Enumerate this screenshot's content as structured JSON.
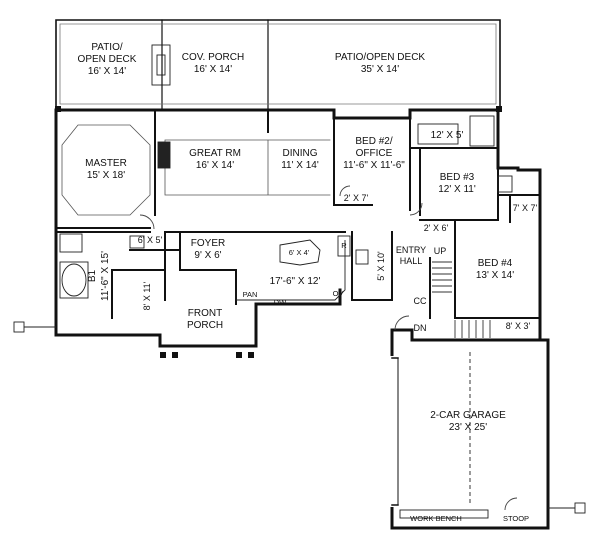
{
  "rooms": {
    "patio_left": {
      "name1": "PATIO/",
      "name2": "OPEN DECK",
      "size": "16' X 14'"
    },
    "cov_porch": {
      "name": "COV. PORCH",
      "size": "16' X 14'"
    },
    "patio_right": {
      "name": "PATIO/OPEN DECK",
      "size": "35' X 14'"
    },
    "master": {
      "name": "MASTER",
      "size": "15' X 18'"
    },
    "great_rm": {
      "name": "GREAT RM",
      "size": "16' X 14'"
    },
    "dining": {
      "name": "DINING",
      "size": "11' X 14'"
    },
    "bed2": {
      "name1": "BED #2/",
      "name2": "OFFICE",
      "size": "11'-6\" X 11'-6\""
    },
    "bath2": {
      "size": "12' X 5'"
    },
    "bed3": {
      "name": "BED #3",
      "size": "12' X 11'"
    },
    "closet_bed2": {
      "size": "2' X 7'"
    },
    "closet_bed3": {
      "size": "2' X 6'"
    },
    "closet_bed4": {
      "size": "7' X 7'"
    },
    "wic": {
      "size": "6' X 5'"
    },
    "foyer": {
      "name": "FOYER",
      "size": "9' X 6'"
    },
    "kitchen": {
      "size": "17'-6\" X 12'",
      "island": "6' X 4'",
      "r": "R",
      "pan": "PAN",
      "dw": "DW",
      "ov": "OV"
    },
    "bath1": {
      "name": "B1",
      "size": "11'-6\" X 15'"
    },
    "master_closet": {
      "size": "8' X 11'"
    },
    "front_porch": {
      "name1": "FRONT",
      "name2": "PORCH"
    },
    "laundry": {
      "size": "5' X 10'"
    },
    "entry_hall": {
      "name1": "ENTRY",
      "name2": "HALL"
    },
    "stairs": {
      "up": "UP",
      "dn": "DN",
      "cc": "CC"
    },
    "bed4": {
      "name": "BED #4",
      "size": "13' X 14'"
    },
    "closet_bed4b": {
      "size": "8' X 3'"
    },
    "garage": {
      "name": "2-CAR GARAGE",
      "size": "23' X 25'"
    },
    "work_bench": {
      "name": "WORK BENCH"
    },
    "stoop": {
      "name": "STOOP"
    }
  }
}
